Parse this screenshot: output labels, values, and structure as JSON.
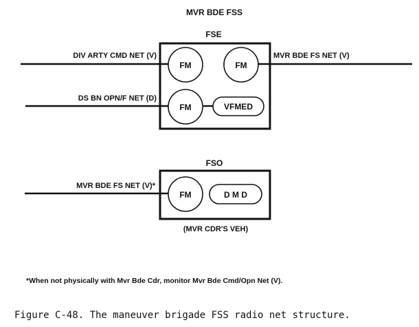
{
  "top_title": "MVR BDE FSS",
  "fse": {
    "title": "FSE",
    "left_net_1": "DIV ARTY CMD NET (V)",
    "right_net": "MVR BDE FS NET (V)",
    "left_net_2": "DS BN OPN/F NET (D)",
    "radio_1": "FM",
    "radio_2": "FM",
    "radio_3": "FM",
    "device": "VFMED"
  },
  "fso": {
    "title": "FSO",
    "left_net": "MVR BDE FS NET (V)*",
    "radio": "FM",
    "device": "D M D",
    "vehicle": "(MVR CDR'S VEH)"
  },
  "footnote": "*When not physically with Mvr Bde Cdr, monitor Mvr Bde Cmd/Opn Net (V).",
  "caption": "Figure C-48. The maneuver brigade FSS radio net structure."
}
